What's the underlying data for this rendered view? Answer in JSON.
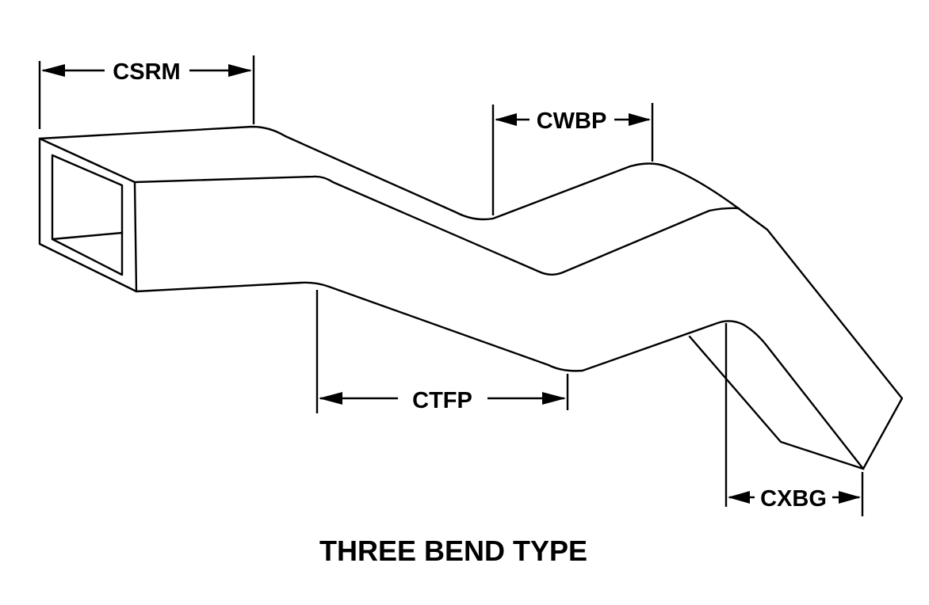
{
  "dimensions": {
    "csrm": "CSRM",
    "cwbp": "CWBP",
    "ctfp": "CTFP",
    "cxbg": "CXBG"
  },
  "caption": "THREE BEND TYPE",
  "colors": {
    "line": "#000000",
    "background": "#ffffff"
  }
}
